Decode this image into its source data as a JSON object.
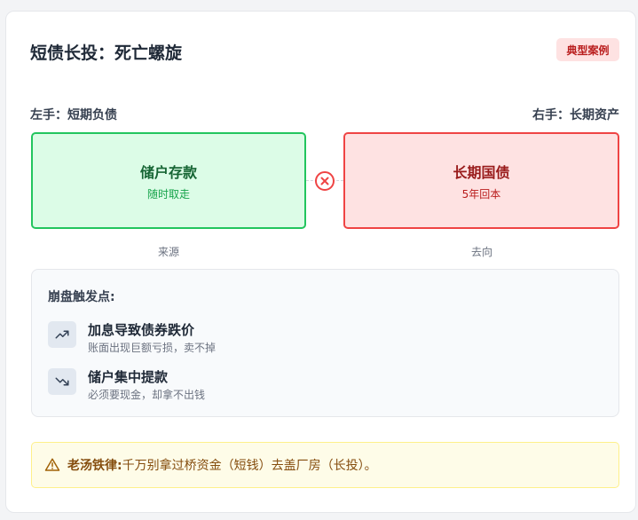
{
  "title": "短债长投：死亡螺旋",
  "badge": "典型案例",
  "left": {
    "label": "左手：短期负债",
    "box_title": "储户存款",
    "box_sub": "随时取走",
    "caption": "来源",
    "color": "#22c55e"
  },
  "right": {
    "label": "右手：长期资产",
    "box_title": "长期国债",
    "box_sub": "5年回本",
    "caption": "去向",
    "color": "#ef4444"
  },
  "triggers": {
    "title": "崩盘触发点:",
    "items": [
      {
        "icon": "trending-up-icon",
        "title": "加息导致债券跌价",
        "desc": "账面出现巨额亏损，卖不掉"
      },
      {
        "icon": "trending-down-icon",
        "title": "储户集中提款",
        "desc": "必须要现金，却拿不出钱"
      }
    ]
  },
  "warning": {
    "icon": "warning-triangle-icon",
    "label": "老汤铁律:",
    "text": "千万别拿过桥资金（短钱）去盖厂房（长投）。"
  }
}
